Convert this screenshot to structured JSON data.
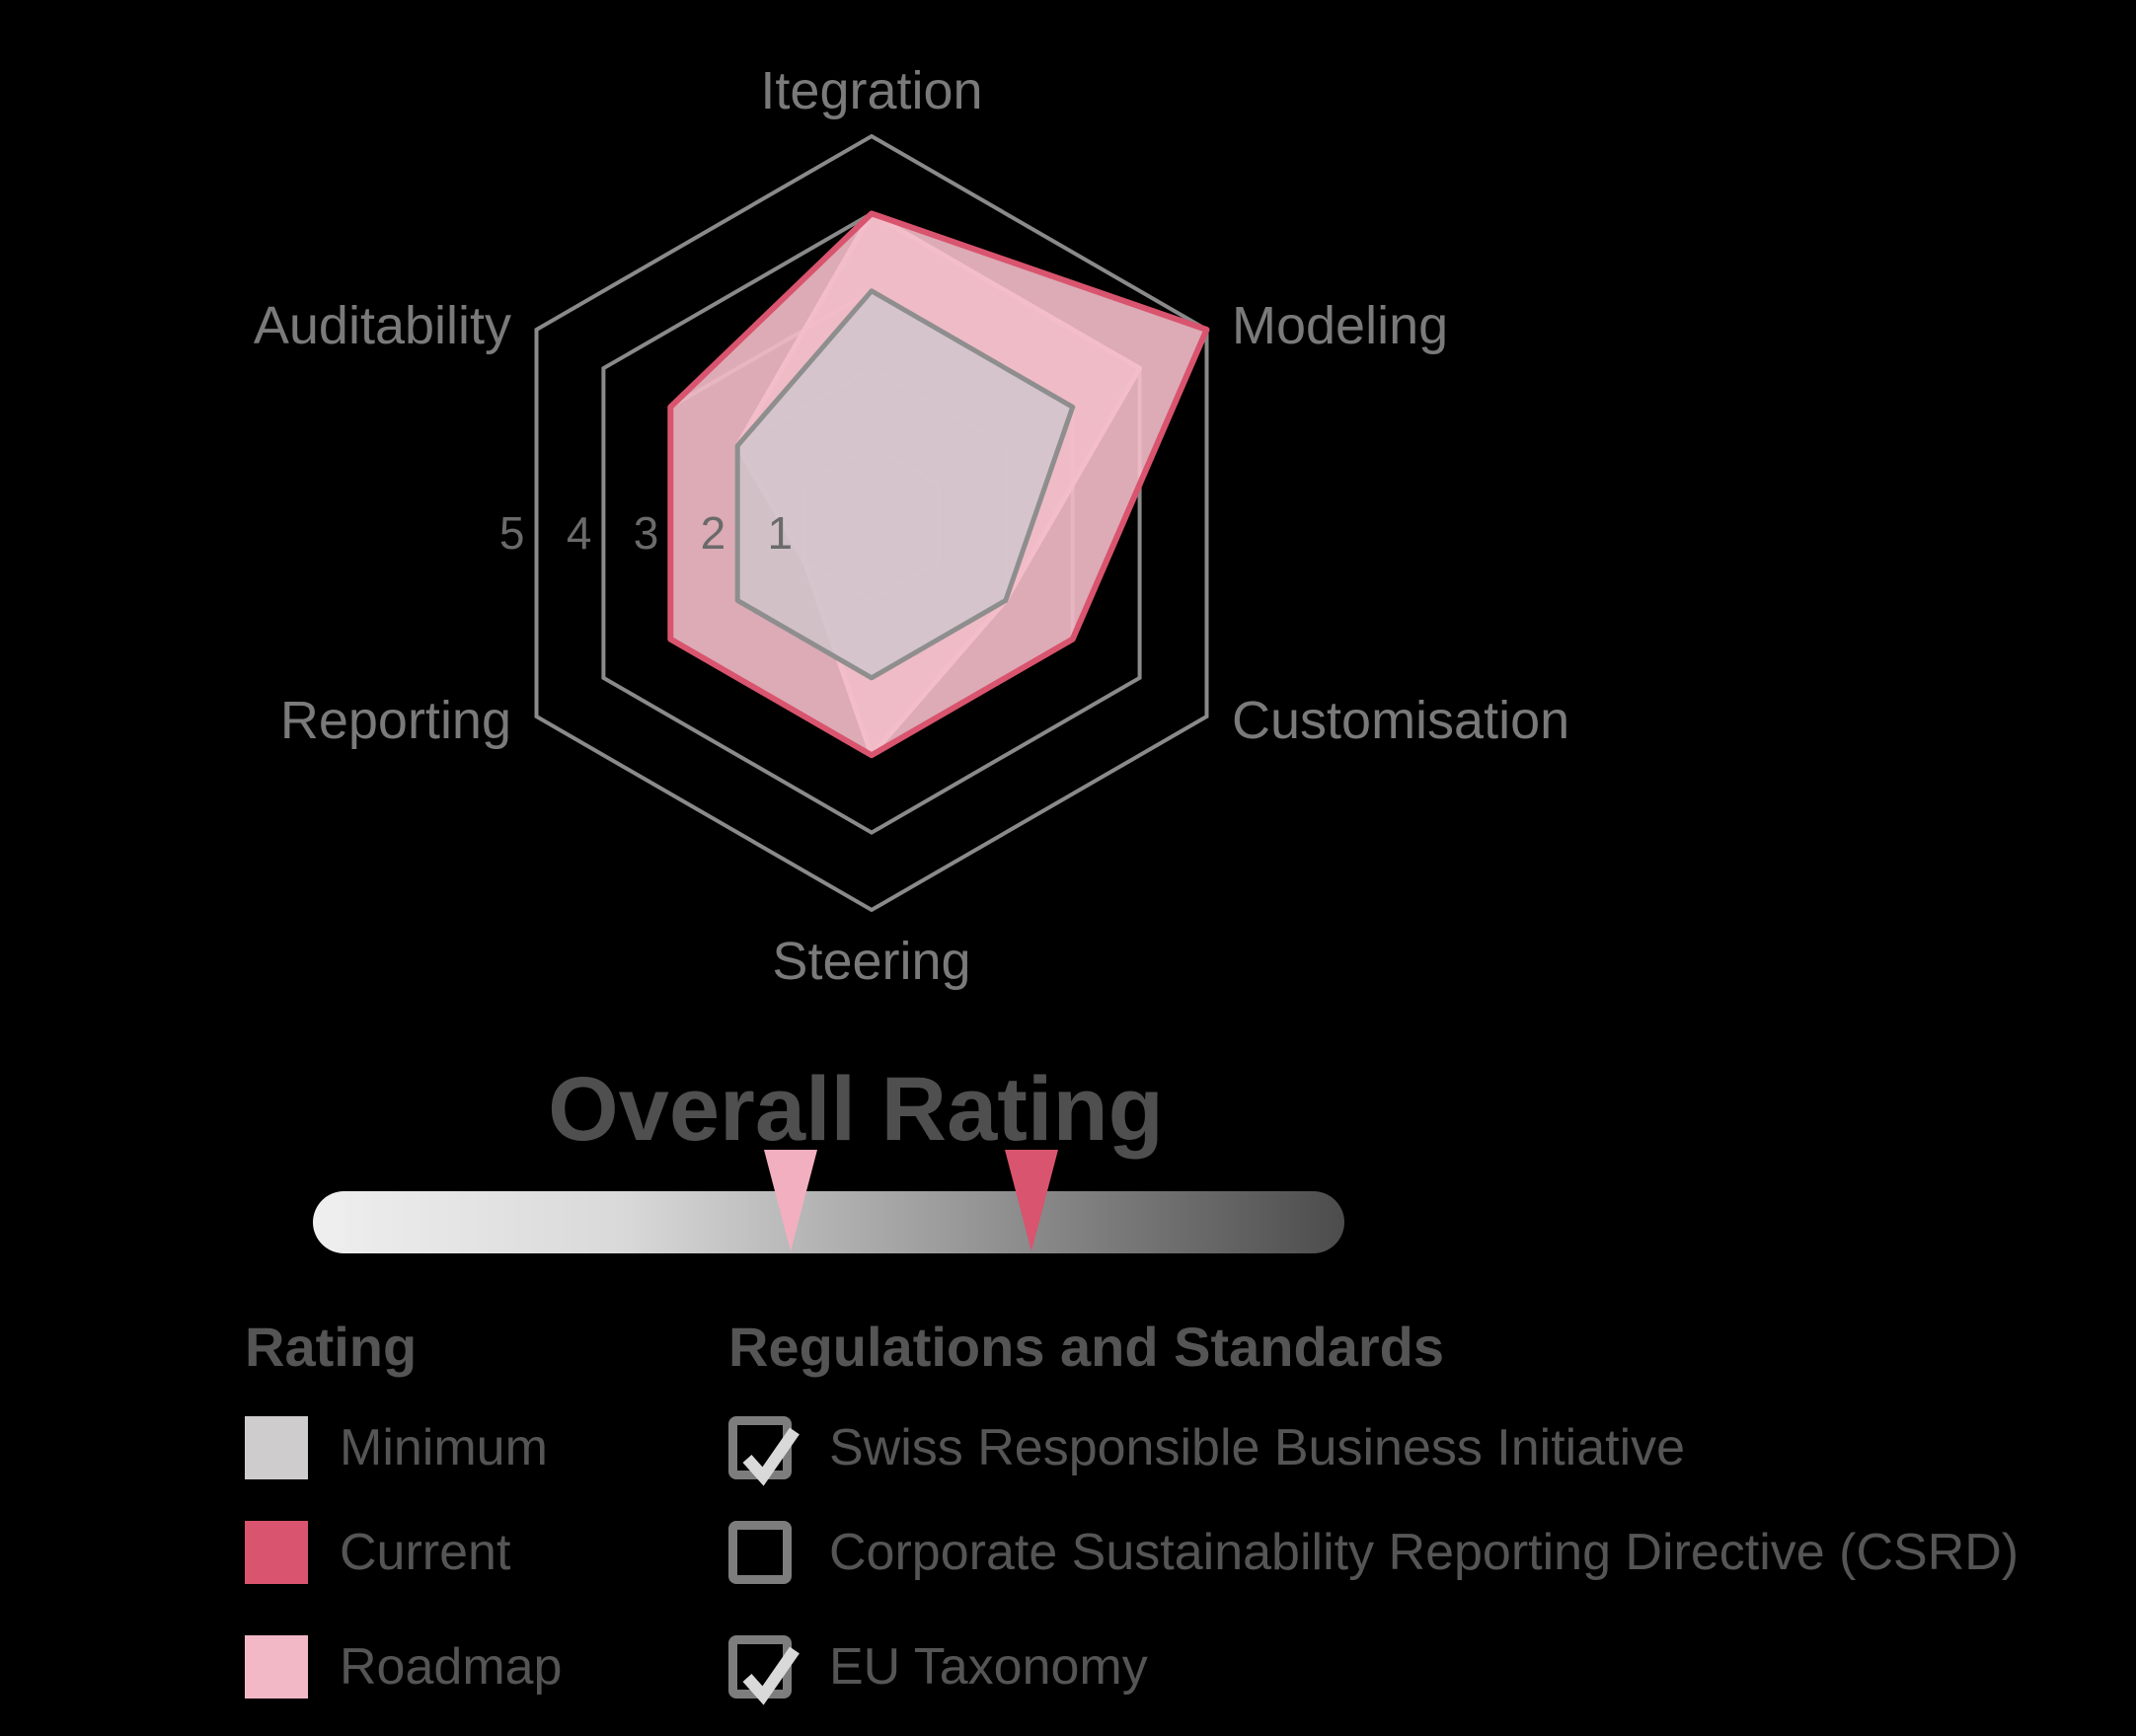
{
  "chart_data": {
    "type": "radar",
    "grid": "hexagonal",
    "axis_max": 5,
    "ticks": [
      5,
      4,
      3,
      2,
      1
    ],
    "categories": [
      "Itegration",
      "Modeling",
      "Customisation",
      "Steering",
      "Reporting",
      "Auditability"
    ],
    "series": [
      {
        "name": "Minimum",
        "values": [
          3,
          3,
          2,
          2,
          2,
          2
        ],
        "color": "#8e8e8e",
        "fill": "rgba(206,199,204,0.80)"
      },
      {
        "name": "Current",
        "values": [
          4,
          5,
          3,
          3,
          3,
          3
        ],
        "color": "#d9546e",
        "fill": "rgba(244,190,202,0.90)"
      },
      {
        "name": "Roadmap",
        "values": [
          4,
          4,
          2,
          3,
          1,
          2
        ],
        "color": "#f3b8c6",
        "fill": "rgba(247,203,213,0.78)"
      }
    ],
    "legend_position": "bottom-left"
  },
  "overall": {
    "title": "Overall Rating",
    "markers": [
      {
        "series": "Roadmap",
        "fraction": 0.463,
        "color": "#f2afc0"
      },
      {
        "series": "Current",
        "fraction": 0.697,
        "color": "#d9546e"
      }
    ]
  },
  "legend": {
    "title": "Rating",
    "items": [
      {
        "label": "Minimum",
        "color": "#cfccce"
      },
      {
        "label": "Current",
        "color": "#d9546e"
      },
      {
        "label": "Roadmap",
        "color": "#f3b8c6"
      }
    ]
  },
  "regulations": {
    "title": "Regulations and Standards",
    "items": [
      {
        "label": "Swiss Responsible Business Initiative",
        "checked": true
      },
      {
        "label": "Corporate Sustainability Reporting Directive (CSRD)",
        "checked": false
      },
      {
        "label": "EU Taxonomy",
        "checked": true
      }
    ]
  }
}
